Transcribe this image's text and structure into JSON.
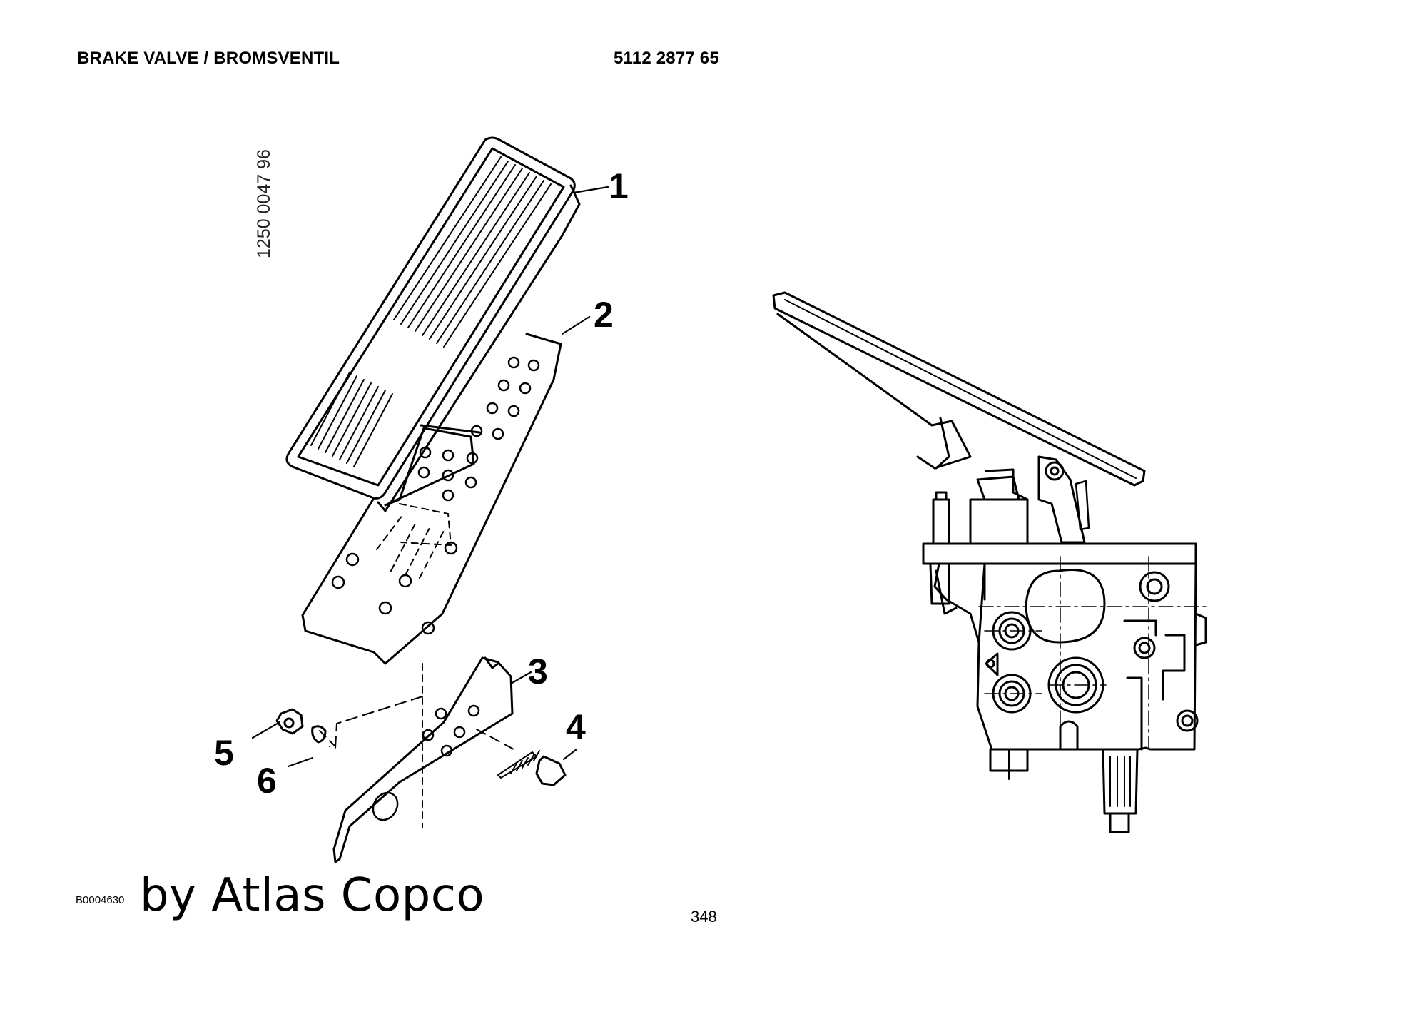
{
  "header": {
    "title": "BRAKE VALVE / BROMSVENTIL",
    "part_number": "5112 2877 65"
  },
  "drawing": {
    "side_code": "1250 0047 96",
    "drawing_code": "B0004630",
    "callouts": [
      "1",
      "2",
      "3",
      "4",
      "5",
      "6"
    ]
  },
  "footer": {
    "brand_text": "by Atlas Copco",
    "page_number": "348"
  }
}
